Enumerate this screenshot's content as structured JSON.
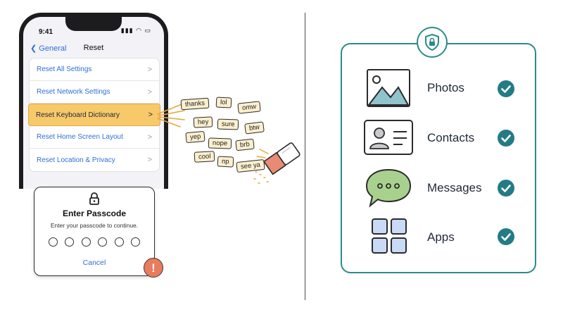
{
  "phone": {
    "status_time": "9:41",
    "status_icons": "▮▮▮ ◠ ▭",
    "back_label": "General",
    "title": "Reset",
    "items": [
      {
        "label": "Reset All Settings",
        "active": false
      },
      {
        "label": "Reset Network Settings",
        "active": false
      },
      {
        "label": "Reset Keyboard Dictionary",
        "active": true
      },
      {
        "label": "Reset Home Screen Layout",
        "active": false
      },
      {
        "label": "Reset Location & Privacy",
        "active": false
      }
    ],
    "chevron": ">"
  },
  "passcode": {
    "title": "Enter Passcode",
    "subtitle": "Enter your passcode to continue.",
    "cancel": "Cancel",
    "dot_count": 6,
    "alert_symbol": "!"
  },
  "words": [
    "thanks",
    "lol",
    "omw",
    "hey",
    "sure",
    "btw",
    "yep",
    "nope",
    "brb",
    "cool",
    "np",
    "see ya"
  ],
  "categories": [
    {
      "label": "Photos",
      "icon": "photos-icon"
    },
    {
      "label": "Contacts",
      "icon": "contacts-icon"
    },
    {
      "label": "Messages",
      "icon": "messages-icon"
    },
    {
      "label": "Apps",
      "icon": "apps-icon"
    }
  ],
  "colors": {
    "highlight": "#f7c96a",
    "link": "#2f6fd6",
    "teal": "#237b86",
    "alert": "#ea7b5c",
    "word_bg": "#fbefce",
    "eraser": "#e88a74"
  }
}
